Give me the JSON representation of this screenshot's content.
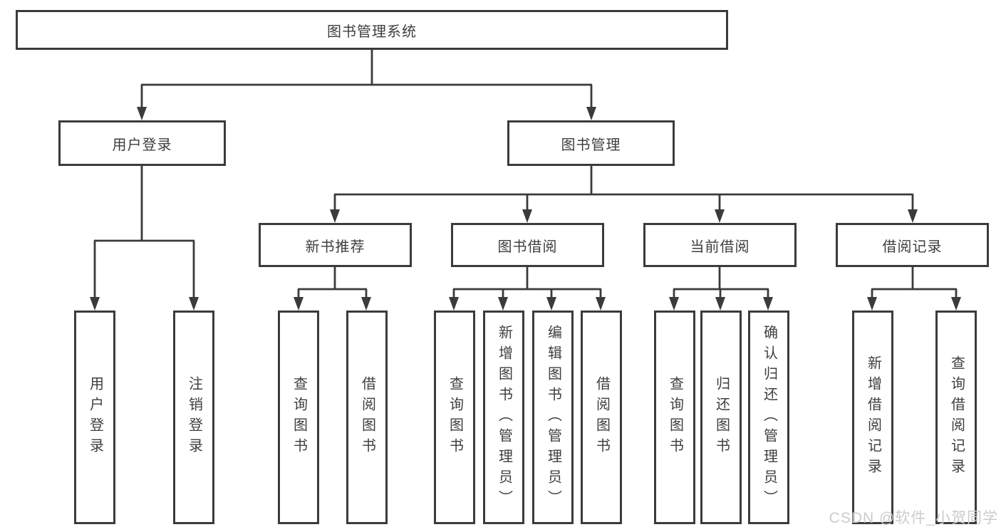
{
  "diagram": {
    "root": "图书管理系统",
    "branches": {
      "user_login": "用户登录",
      "book_mgmt": "图书管理"
    },
    "user_login_children": [
      "用户登录",
      "注销登录"
    ],
    "modules": [
      "新书推荐",
      "图书借阅",
      "当前借阅",
      "借阅记录"
    ],
    "new_book_children": [
      "查询图书",
      "借阅图书"
    ],
    "borrow_children": [
      "查询图书",
      "新增图书（管理员）",
      "编辑图书（管理员）",
      "借阅图书"
    ],
    "current_children": [
      "查询图书",
      "归还图书",
      "确认归还（管理员）"
    ],
    "record_children": [
      "新增借阅记录",
      "查询借阅记录"
    ],
    "watermark": "CSDN @软件_小贺同学",
    "line_color": "#3b3b3b"
  }
}
